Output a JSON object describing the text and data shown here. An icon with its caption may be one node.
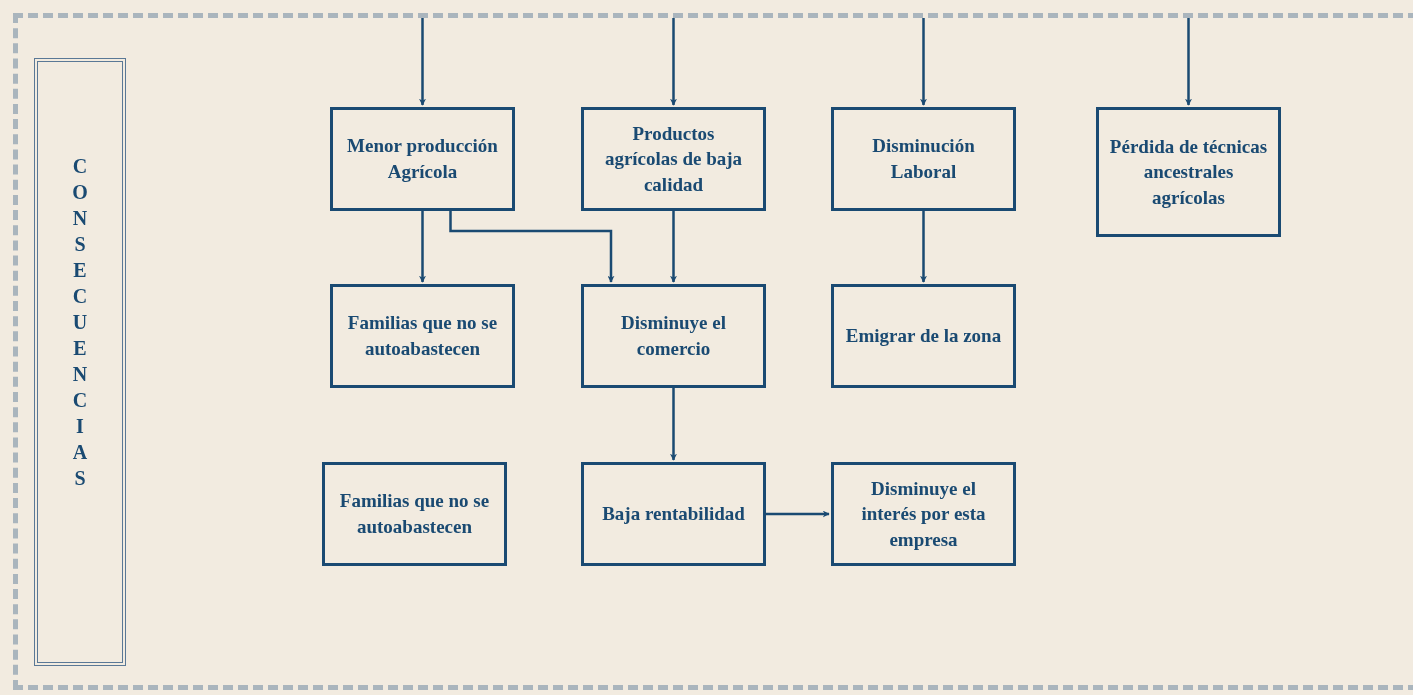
{
  "diagram": {
    "nodes": [
      {
        "text": [
          "CONSECUENCIAS"
        ]
      },
      {
        "text": [
          "Menor producción Agrícola"
        ]
      },
      {
        "text": [
          "Productos agrícolas de baja calidad"
        ]
      },
      {
        "text": [
          "Disminución Laboral"
        ]
      },
      {
        "text": [
          "Pérdida de técnicas ancestrales agrícolas"
        ]
      },
      {
        "text": [
          "Familias que no se autoabastecen"
        ]
      },
      {
        "text": [
          "Disminuye el comercio"
        ]
      },
      {
        "text": [
          "Emigrar de la zona"
        ]
      },
      {
        "text": [
          "Familias que no se autoabastecen"
        ]
      },
      {
        "text": [
          "Baja rentabilidad"
        ]
      },
      {
        "text": [
          "Disminuye el interés por esta empresa"
        ]
      }
    ],
    "edges": [
      {
        "from": null,
        "to": 1,
        "arrow": "to"
      },
      {
        "from": null,
        "to": 2,
        "arrow": "to"
      },
      {
        "from": null,
        "to": 3,
        "arrow": "to"
      },
      {
        "from": null,
        "to": 4,
        "arrow": "to"
      },
      {
        "from": 1,
        "to": 5,
        "arrow": "to"
      },
      {
        "from": 1,
        "to": 6,
        "arrow": "to"
      },
      {
        "from": 2,
        "to": 6,
        "arrow": "to"
      },
      {
        "from": 3,
        "to": 7,
        "arrow": "to"
      },
      {
        "from": 6,
        "to": 9,
        "arrow": "to"
      },
      {
        "from": 9,
        "to": 10,
        "arrow": "to"
      }
    ]
  }
}
